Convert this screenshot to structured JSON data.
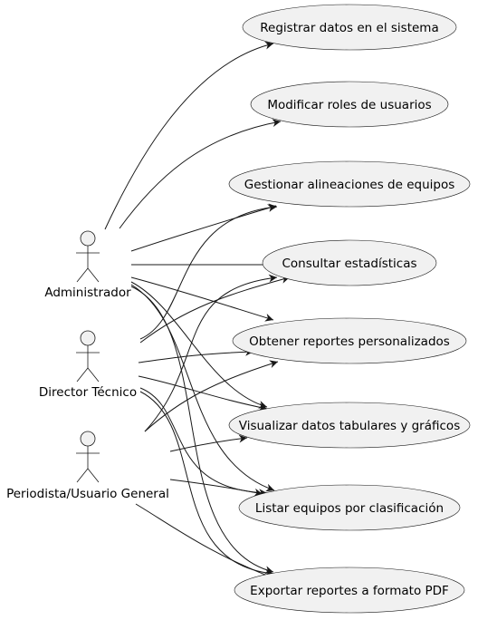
{
  "actors": [
    {
      "id": "admin",
      "label": "Administrador"
    },
    {
      "id": "director",
      "label": "Director Técnico"
    },
    {
      "id": "periodista",
      "label": "Periodista/Usuario General"
    }
  ],
  "use_cases": [
    {
      "id": "uc1",
      "label": "Registrar datos en el sistema"
    },
    {
      "id": "uc2",
      "label": "Modificar roles de usuarios"
    },
    {
      "id": "uc3",
      "label": "Gestionar alineaciones de equipos"
    },
    {
      "id": "uc4",
      "label": "Consultar estadísticas"
    },
    {
      "id": "uc5",
      "label": "Obtener reportes personalizados"
    },
    {
      "id": "uc6",
      "label": "Visualizar datos tabulares y gráficos"
    },
    {
      "id": "uc7",
      "label": "Listar equipos por clasificación"
    },
    {
      "id": "uc8",
      "label": "Exportar reportes a formato PDF"
    }
  ],
  "associations": [
    {
      "from": "admin",
      "to": "uc1"
    },
    {
      "from": "admin",
      "to": "uc2"
    },
    {
      "from": "admin",
      "to": "uc3"
    },
    {
      "from": "admin",
      "to": "uc4"
    },
    {
      "from": "admin",
      "to": "uc5"
    },
    {
      "from": "admin",
      "to": "uc6"
    },
    {
      "from": "admin",
      "to": "uc7"
    },
    {
      "from": "admin",
      "to": "uc8"
    },
    {
      "from": "director",
      "to": "uc3"
    },
    {
      "from": "director",
      "to": "uc4"
    },
    {
      "from": "director",
      "to": "uc5"
    },
    {
      "from": "director",
      "to": "uc6"
    },
    {
      "from": "director",
      "to": "uc7"
    },
    {
      "from": "director",
      "to": "uc8"
    },
    {
      "from": "periodista",
      "to": "uc4"
    },
    {
      "from": "periodista",
      "to": "uc5"
    },
    {
      "from": "periodista",
      "to": "uc6"
    },
    {
      "from": "periodista",
      "to": "uc7"
    },
    {
      "from": "periodista",
      "to": "uc8"
    }
  ]
}
